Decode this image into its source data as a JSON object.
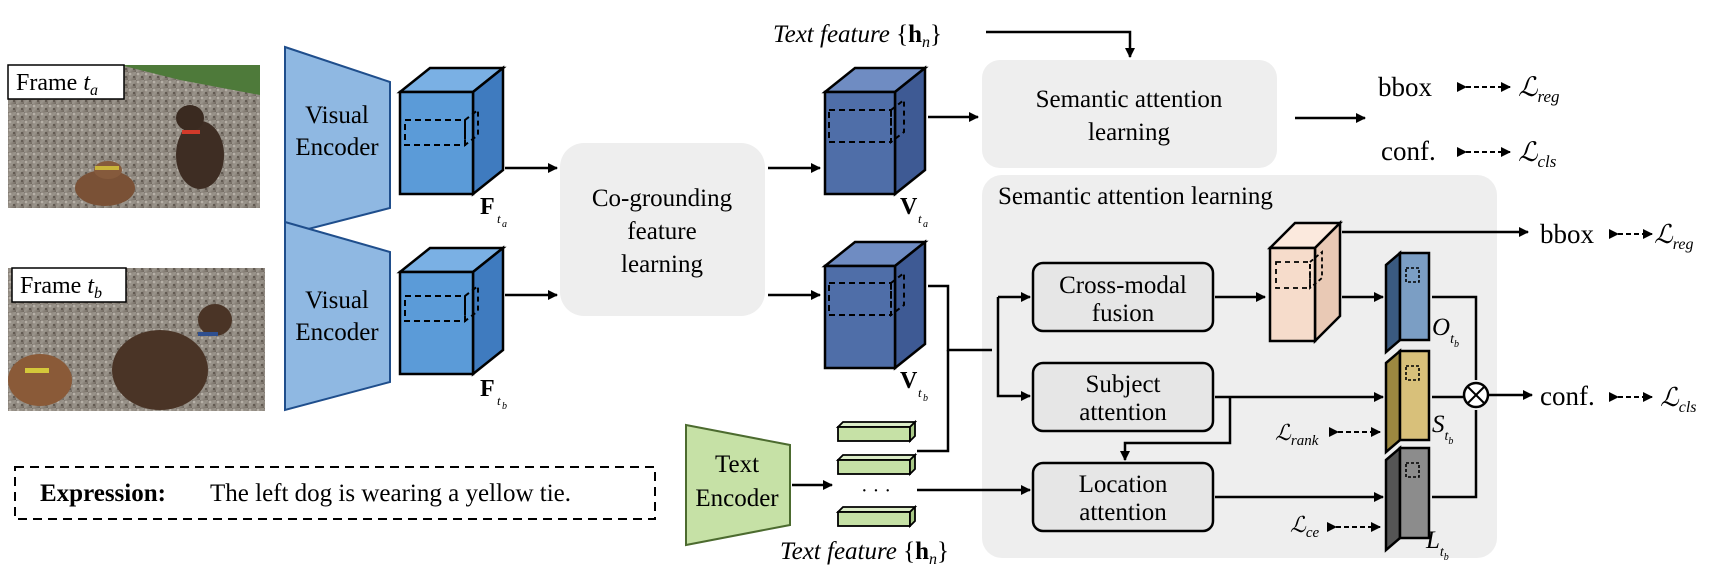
{
  "frames": {
    "a": {
      "label": "Frame ",
      "sub": "a"
    },
    "b": {
      "label": "Frame ",
      "sub": "b"
    }
  },
  "encoders": {
    "visual_line1": "Visual",
    "visual_line2": "Encoder",
    "text_line1": "Text",
    "text_line2": "Encoder"
  },
  "features": {
    "F": "F",
    "V": "V",
    "sub_a": "a",
    "sub_b": "b"
  },
  "co_grounding": {
    "line1": "Co-grounding",
    "line2": "feature",
    "line3": "learning"
  },
  "text_feature": {
    "label": "Text feature ",
    "symbol": "{h",
    "sub": "n",
    "close": "}"
  },
  "sal_top": {
    "line1": "Semantic attention",
    "line2": "learning"
  },
  "sal_panel": {
    "title": "Semantic attention learning"
  },
  "modules": {
    "cross_modal": {
      "line1": "Cross-modal",
      "line2": "fusion"
    },
    "subject": {
      "line1": "Subject",
      "line2": "attention"
    },
    "location": {
      "line1": "Location",
      "line2": "attention"
    }
  },
  "maps": {
    "O": "O",
    "S": "S",
    "L": "L",
    "sub": "t",
    "subsub": "b"
  },
  "outputs": {
    "bbox": "bbox",
    "conf": "conf.",
    "loss_reg": "reg",
    "loss_cls": "cls",
    "loss_rank": "rank",
    "loss_ce": "ce",
    "L": "ℒ"
  },
  "expression": {
    "label": "Expression:",
    "text": "The left dog is wearing a yellow tie."
  },
  "ellipsis": "· · ·",
  "colors": {
    "visual_encoder": "#8fb8e2",
    "feature_cube": "#5b9bd8",
    "v_cube": "#4f6ea8",
    "text_encoder": "#c6e1a6",
    "panel_bg": "#eeeeee",
    "module_bg": "#e6e6e6",
    "fusion_cube": "#f6dccb",
    "map_O": "#7b9ec4",
    "map_S": "#d8c07a",
    "map_L": "#8c8c8c"
  }
}
